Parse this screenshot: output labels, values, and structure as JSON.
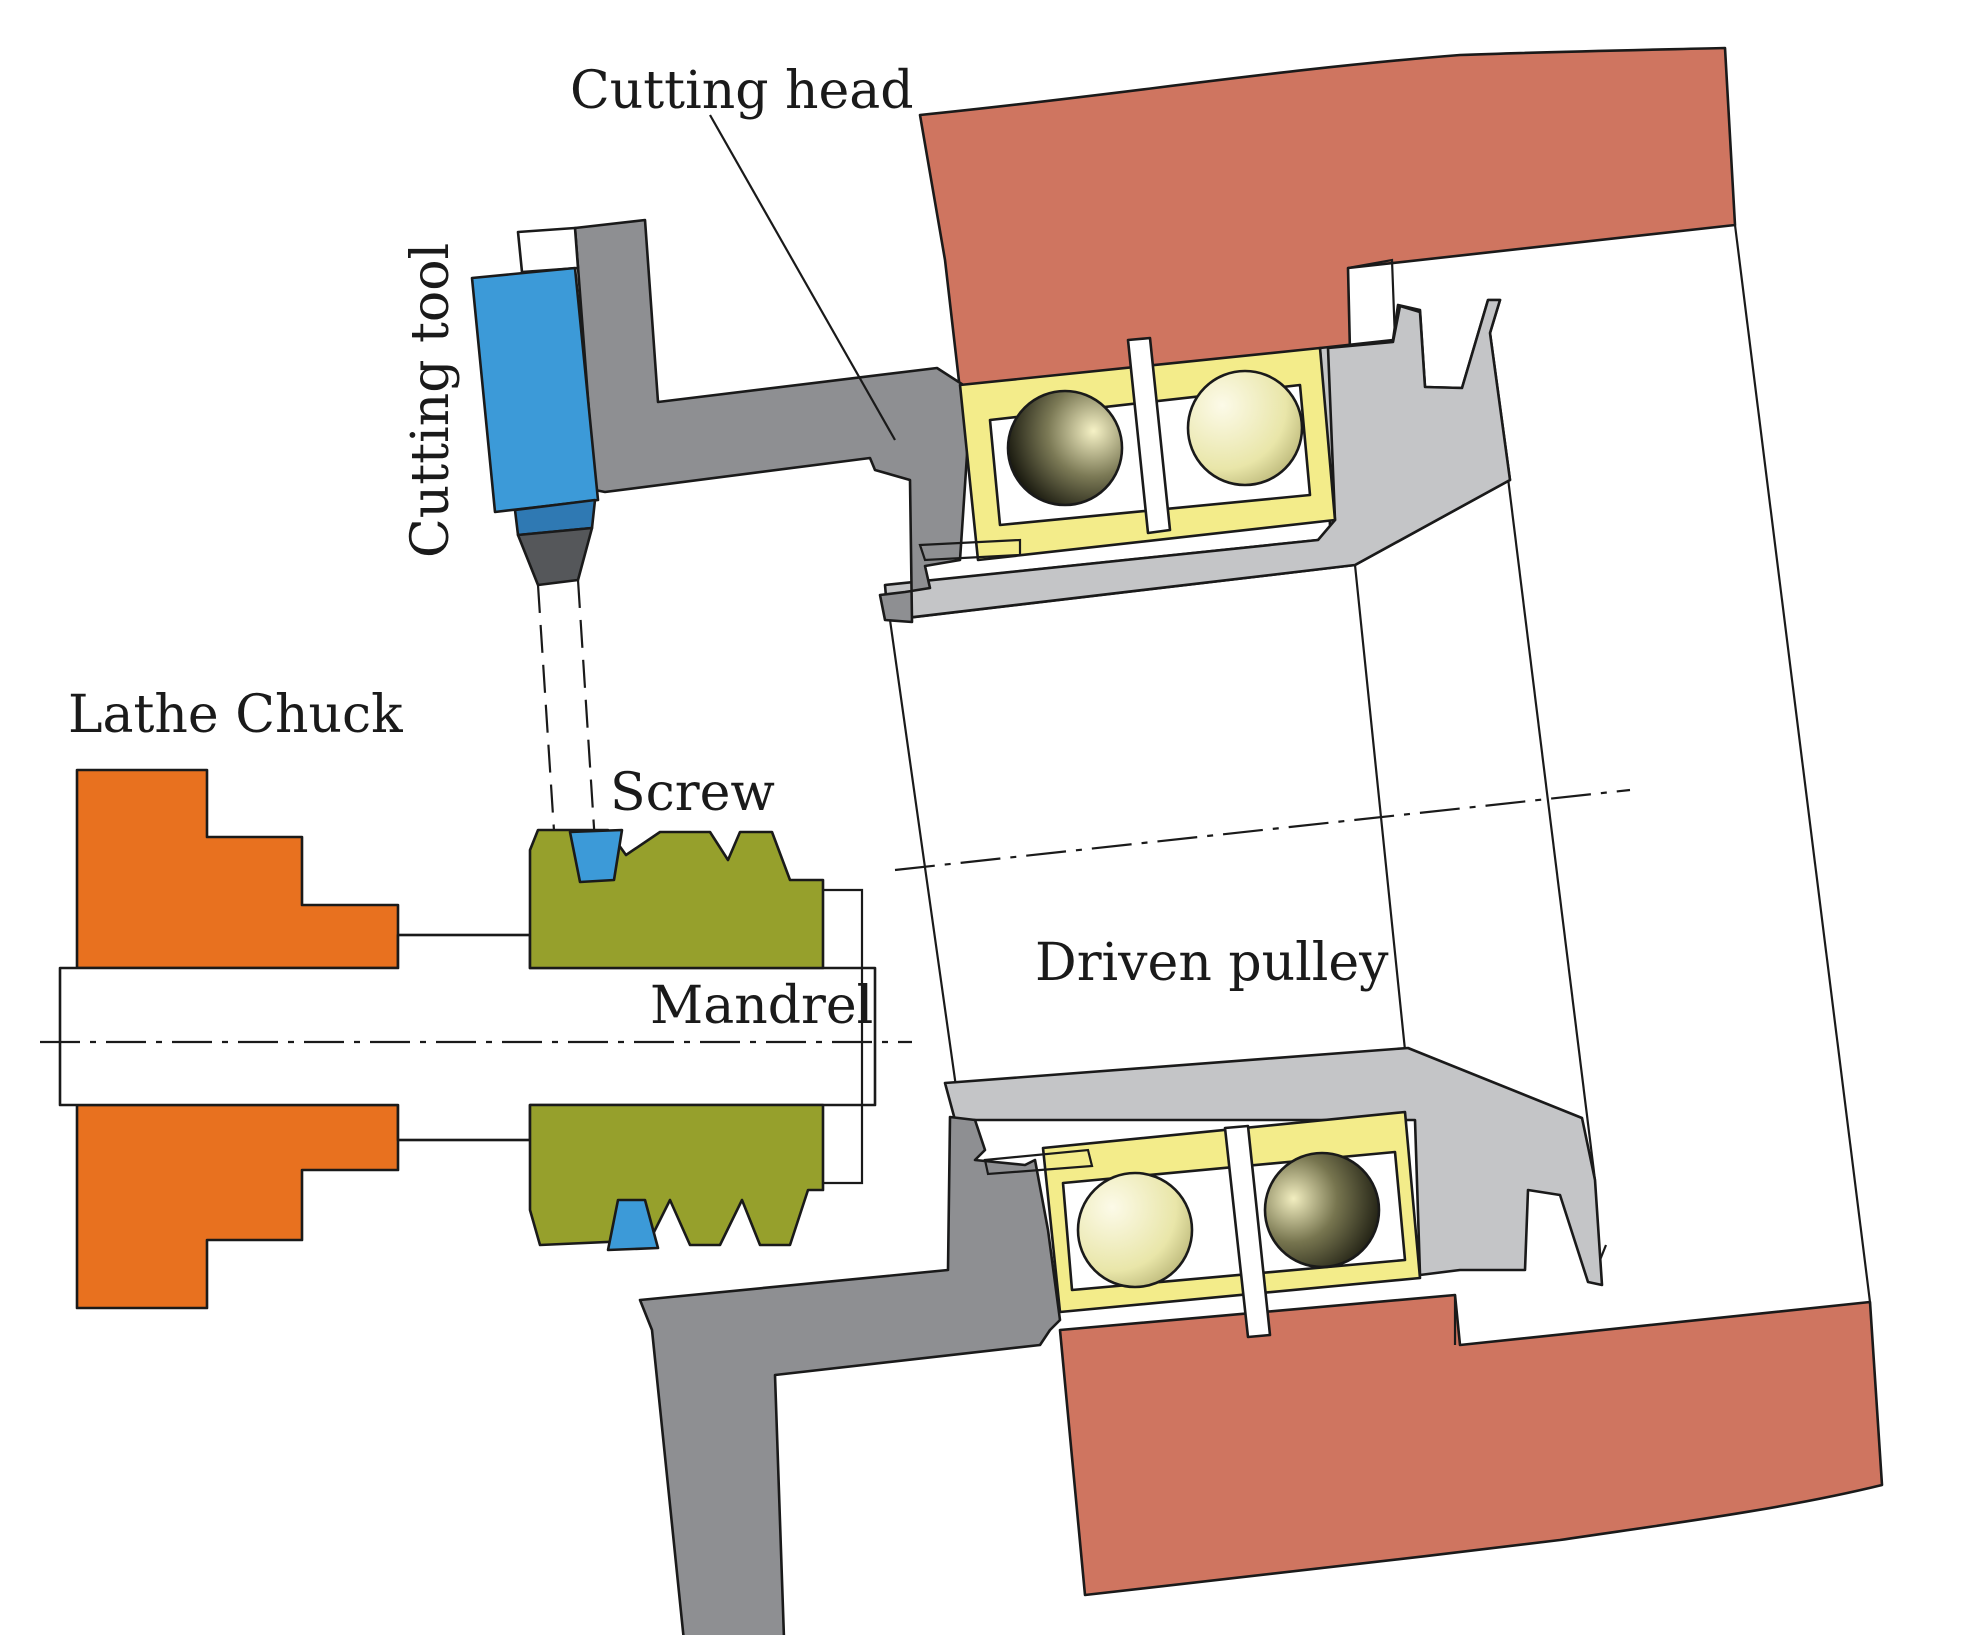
{
  "labels": {
    "cutting_head": "Cutting head",
    "cutting_tool": "Cutting tool",
    "lathe_chuck": "Lathe Chuck",
    "screw": "Screw",
    "mandrel": "Mandrel",
    "driven_pulley": "Driven pulley"
  },
  "colors": {
    "chuck": "#e8711f",
    "pulley_housing": "#cf7560",
    "cutting_head": "#8e8f92",
    "pulley_hub": "#c4c5c7",
    "cutting_tool": "#3c9ad8",
    "screw": "#96a02c",
    "bearing_cage": "#f3ec8a",
    "outline": "#1a1a1a"
  }
}
